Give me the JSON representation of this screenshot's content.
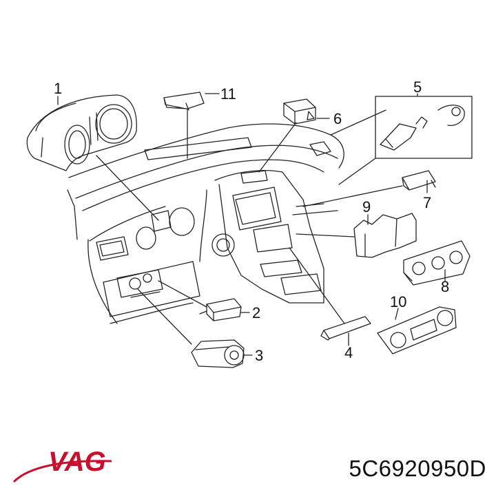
{
  "diagram": {
    "callouts": [
      "1",
      "2",
      "3",
      "4",
      "5",
      "6",
      "7",
      "8",
      "9",
      "10",
      "11"
    ]
  },
  "brand": {
    "logo_text": "VAG",
    "color": "#c8102e"
  },
  "part_number": "5C6920950D"
}
